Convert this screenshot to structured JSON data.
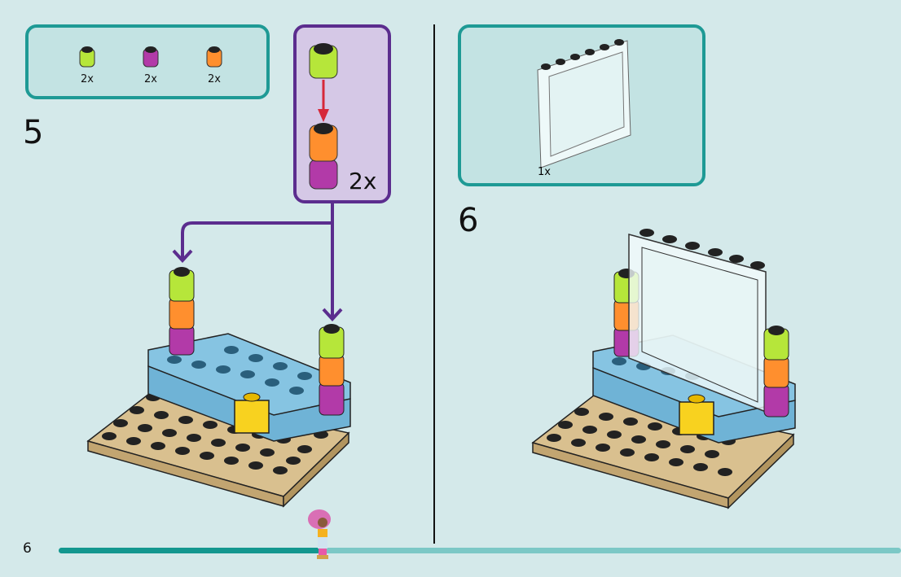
{
  "page": {
    "page_number": "6",
    "progress_fraction": 0.31,
    "colors": {
      "background": "#d4e9ea",
      "callout_border": "#1e9a95",
      "subassembly_border": "#5b2d8e",
      "progress_fill": "#13978f",
      "progress_track": "#7cc8c6"
    }
  },
  "steps": [
    {
      "number": "5",
      "parts": [
        {
          "name": "round-brick-lime",
          "color": "#b6e63a",
          "qty": "2x"
        },
        {
          "name": "round-brick-magenta",
          "color": "#b23aa8",
          "qty": "2x"
        },
        {
          "name": "round-brick-orange",
          "color": "#ff8f2e",
          "qty": "2x"
        }
      ],
      "subassembly": {
        "qty": "2x"
      }
    },
    {
      "number": "6",
      "parts": [
        {
          "name": "window-panel-1x6x5-clear",
          "color": "#f2fbfb",
          "qty": "1x"
        }
      ]
    }
  ]
}
